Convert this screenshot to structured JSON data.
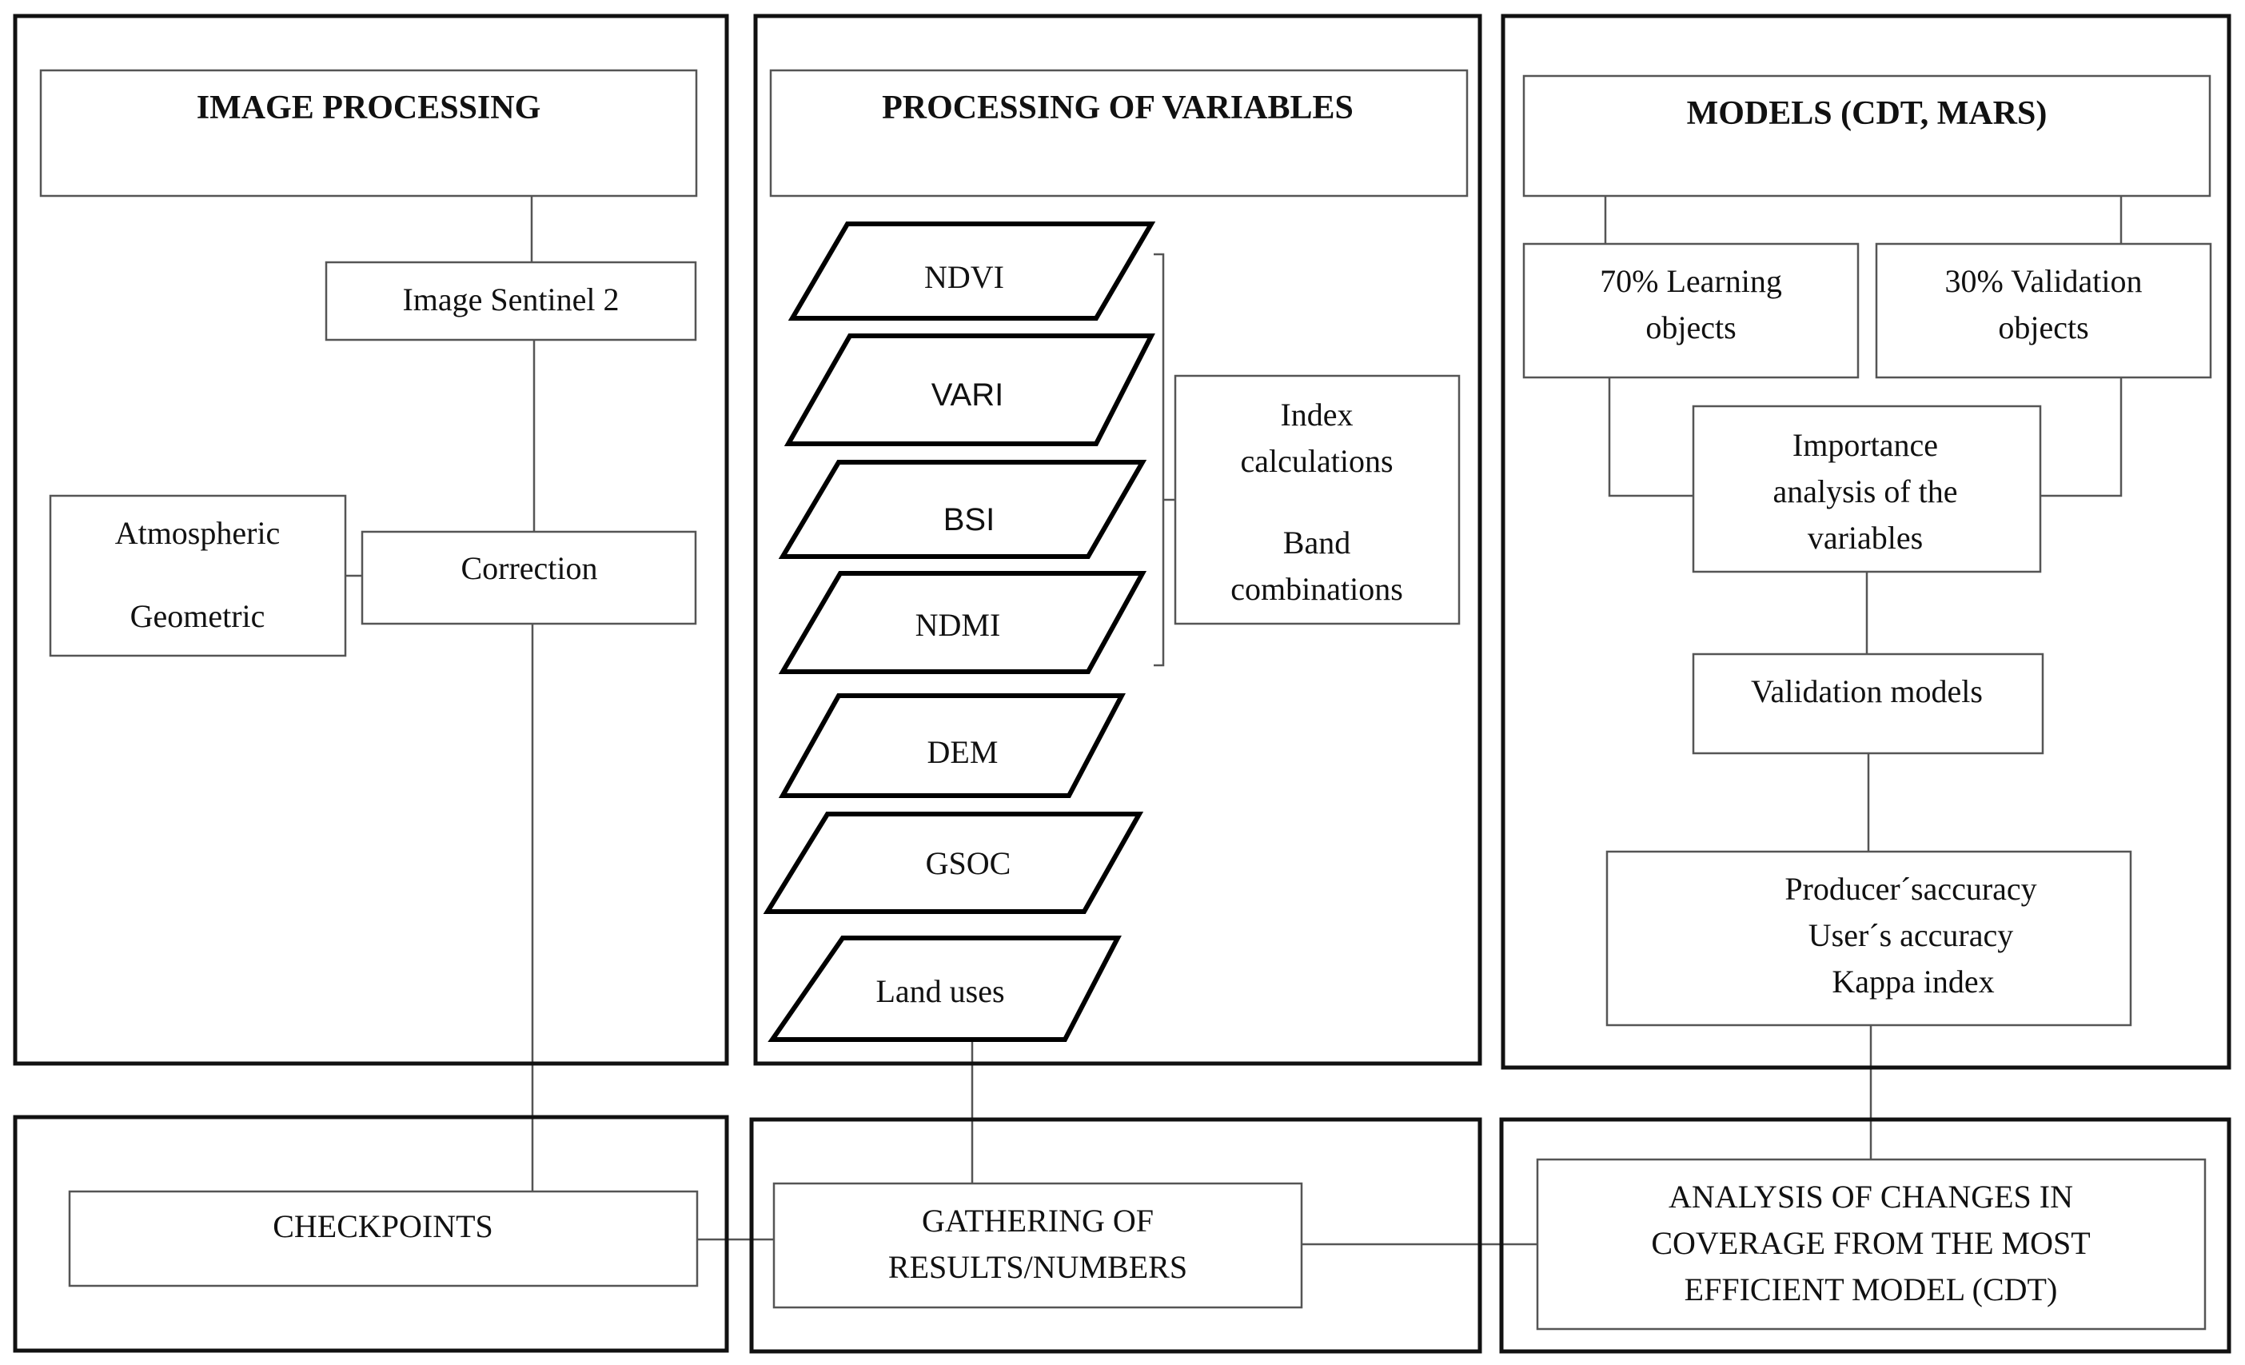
{
  "image_processing": {
    "header": "IMAGE PROCESSING",
    "image_sentinel": "Image Sentinel 2",
    "correction": "Correction",
    "atmospheric": "Atmospheric",
    "geometric": "Geometric"
  },
  "processing_of_variables": {
    "header": "PROCESSING OF VARIABLES",
    "variables": [
      "NDVI",
      "VARI",
      "BSI",
      "NDMI",
      "DEM",
      "GSOC",
      "Land uses"
    ],
    "index_calculations": [
      "Index",
      "calculations"
    ],
    "band_combinations": [
      "Band",
      "combinations"
    ]
  },
  "models": {
    "header": "MODELS (CDT, MARS)",
    "learning": [
      "70% Learning",
      "objects"
    ],
    "validation_objects": [
      "30% Validation",
      "objects"
    ],
    "importance": [
      "Importance",
      "analysis of the",
      "variables"
    ],
    "validation_models": "Validation models",
    "accuracy": [
      "Producer´saccuracy",
      "User´s accuracy",
      "Kappa index"
    ]
  },
  "bottom": {
    "checkpoints": "CHECKPOINTS",
    "gathering": [
      "GATHERING OF",
      "RESULTS/NUMBERS"
    ],
    "analysis": [
      "ANALYSIS OF CHANGES IN",
      "COVERAGE FROM THE MOST",
      "EFFICIENT MODEL (CDT)"
    ]
  }
}
